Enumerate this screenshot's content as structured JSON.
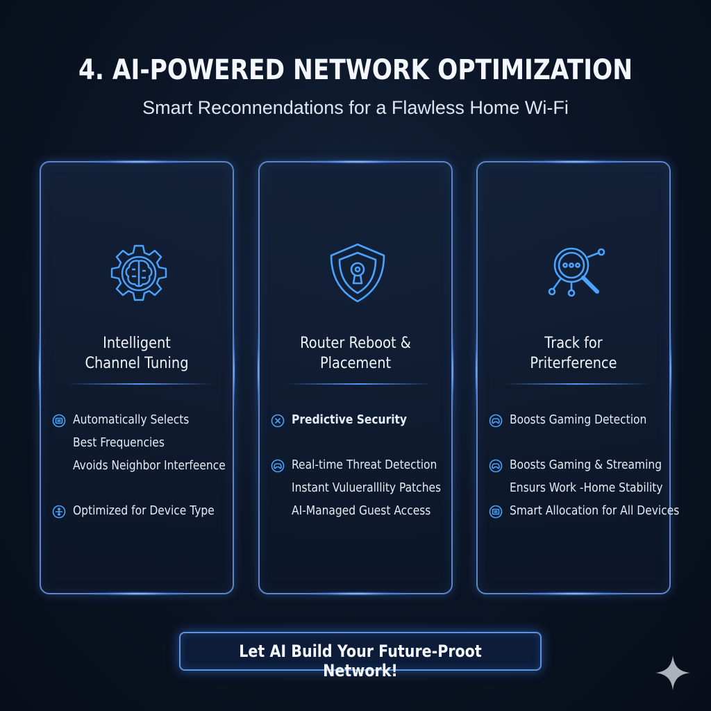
{
  "header": {
    "title": "4. AI-POWERED NETWORK OPTIMIZATION",
    "subtitle": "Smart Reconnendations for a Flawless Home Wi-Fi"
  },
  "cards": [
    {
      "icon": "gear-brain-icon",
      "title_lines": [
        "Intelligent",
        "Channel Tuning"
      ],
      "features": [
        {
          "icon": "list-icon",
          "lines": [
            "Automatically Selects",
            "Best Frequencies",
            "Avoids Neighbor Interfeence"
          ]
        },
        {
          "icon": "crosshair-icon",
          "lines": [
            "Optimized for Device Type"
          ]
        }
      ]
    },
    {
      "icon": "shield-lock-icon",
      "title_lines": [
        "Router Reboot &",
        "Placement"
      ],
      "features": [
        {
          "icon": "x-circle-icon",
          "lines": [
            "Predictive Security"
          ]
        },
        {
          "icon": "gamepad-icon",
          "lines": [
            "Real-time Threat Detection",
            "Instant Vulueralllity Patches",
            "AI-Managed Guest Access"
          ]
        }
      ]
    },
    {
      "icon": "magnifier-network-icon",
      "title_lines": [
        "Track for",
        "Priterference"
      ],
      "features": [
        {
          "icon": "gamepad-icon",
          "lines": [
            "Boosts Gaming Detection"
          ]
        },
        {
          "icon": "gamepad-icon",
          "lines": [
            "Boosts Gaming & Streaming",
            "Ensurs Work -Home Stability"
          ]
        },
        {
          "icon": "list-icon",
          "lines": [
            "Smart Allocation for All Devices"
          ]
        }
      ]
    }
  ],
  "cta": {
    "label": "Let AI Build Your Future-Proot Network!"
  },
  "colors": {
    "accent": "#5f93e0",
    "icon_stroke": "#4aa3ff",
    "background": "#0c1628"
  },
  "corner_icon": "sparkle-icon"
}
